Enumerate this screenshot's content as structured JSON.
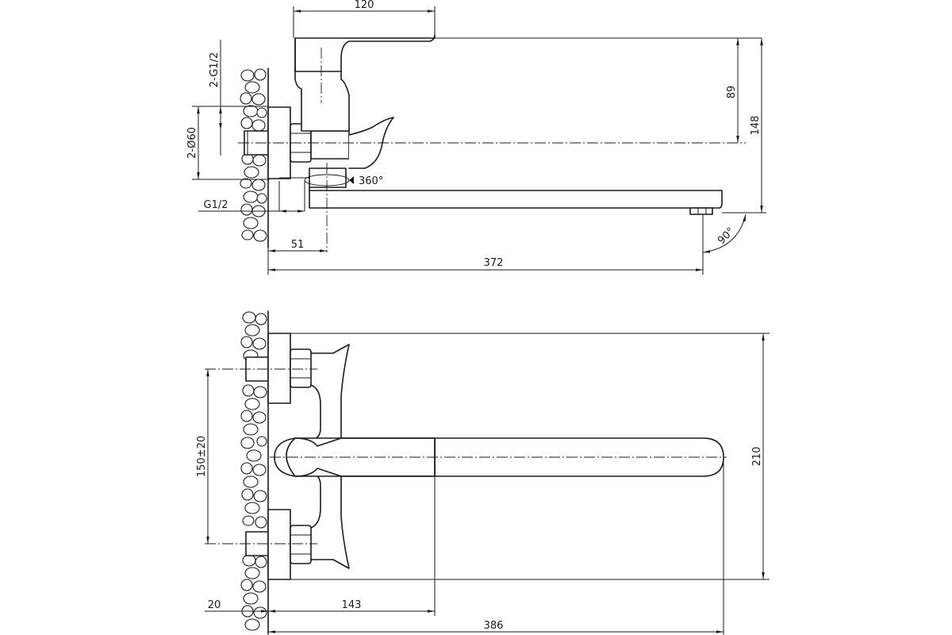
{
  "side_view": {
    "dim_width_top": "120",
    "dim_height_89": "89",
    "dim_height_148": "148",
    "dim_thread": "2-G1/2",
    "dim_diameter": "2-Ø60",
    "dim_g12": "G1/2",
    "dim_51": "51",
    "dim_372": "372",
    "dim_rotation": "360°",
    "dim_angle": "90°"
  },
  "top_view": {
    "dim_spacing": "150±20",
    "dim_210": "210",
    "dim_20": "20",
    "dim_143": "143",
    "dim_386": "386"
  }
}
